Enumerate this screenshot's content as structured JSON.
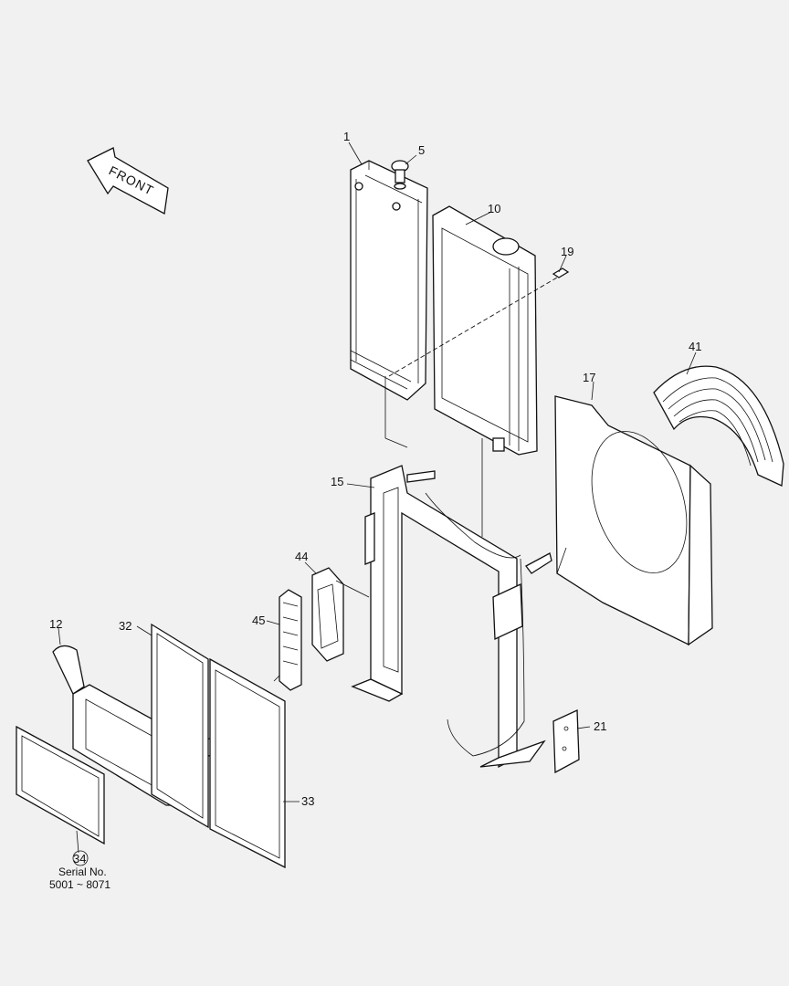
{
  "diagram": {
    "front_label": "FRONT",
    "serial_text": "Serial No.",
    "serial_range": "5001 ~ 8071",
    "parts": [
      {
        "id": "radiator",
        "number": "1"
      },
      {
        "id": "radiator-cap",
        "number": "5"
      },
      {
        "id": "oil-cooler",
        "number": "10"
      },
      {
        "id": "clip",
        "number": "19"
      },
      {
        "id": "fan-guard",
        "number": "41"
      },
      {
        "id": "shroud",
        "number": "17"
      },
      {
        "id": "support-frame",
        "number": "15"
      },
      {
        "id": "bracket",
        "number": "44"
      },
      {
        "id": "fuel-cooler",
        "number": "45"
      },
      {
        "id": "intercooler-hose",
        "number": "12"
      },
      {
        "id": "screen-32",
        "number": "32"
      },
      {
        "id": "screen-33",
        "number": "33"
      },
      {
        "id": "cover-plate",
        "number": "21"
      },
      {
        "id": "screen-34",
        "number": "34"
      }
    ]
  }
}
